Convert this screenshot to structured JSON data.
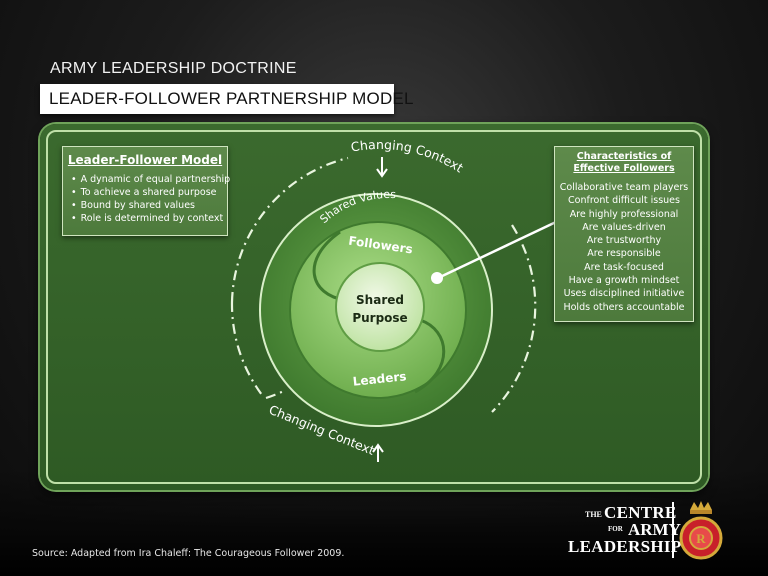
{
  "header": {
    "subtitle": "ARMY LEADERSHIP DOCTRINE",
    "title": "LEADER-FOLLOWER PARTNERSHIP MODEL"
  },
  "left_box": {
    "heading": "Leader-Follower Model",
    "bullets": [
      "A dynamic of equal partnership",
      "To achieve a shared purpose",
      "Bound by shared values",
      "Role is determined by context"
    ]
  },
  "right_box": {
    "heading_line1": "Characteristics of",
    "heading_line2": "Effective Followers",
    "items": [
      "Collaborative team players",
      "Confront difficult issues",
      "Are highly professional",
      "Are values-driven",
      "Are trustworthy",
      "Are responsible",
      "Are task-focused",
      "Have a growth mindset",
      "Uses disciplined initiative",
      "Holds others accountable"
    ]
  },
  "diagram": {
    "outer_label_top": "Changing Context",
    "outer_label_bottom": "Changing Context",
    "ring_label": "Shared Values",
    "followers_label": "Followers",
    "leaders_label": "Leaders",
    "center_line1": "Shared",
    "center_line2": "Purpose"
  },
  "footer": {
    "source": "Source: Adapted from Ira Chaleff: The Courageous Follower 2009."
  },
  "logo": {
    "the": "THE",
    "centre": "CENTRE",
    "for": "FOR",
    "army": "ARMY",
    "leadership": "LEADERSHIP"
  },
  "colors": {
    "panel_green": "#2e5a24",
    "ring_green": "#5f9d44",
    "light_green": "#9ed47a",
    "text_white": "#ffffff"
  }
}
